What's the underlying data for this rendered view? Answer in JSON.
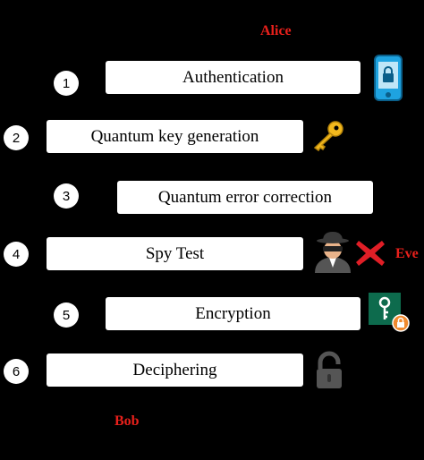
{
  "parties": {
    "top": "Alice",
    "eavesdropper": "Eve",
    "bottom": "Bob"
  },
  "steps": [
    {
      "number": "1",
      "label": "Authentication",
      "icon": "phone-lock-icon"
    },
    {
      "number": "2",
      "label": "Quantum key generation",
      "icon": "key-icon"
    },
    {
      "number": "3",
      "label": "Quantum error correction",
      "icon": ""
    },
    {
      "number": "4",
      "label": "Spy Test",
      "icon": "spy-icon"
    },
    {
      "number": "5",
      "label": "Encryption",
      "icon": "locked-key-icon"
    },
    {
      "number": "6",
      "label": "Deciphering",
      "icon": "unlocked-padlock-icon"
    }
  ],
  "colors": {
    "background": "#000000",
    "party_text": "#e8201b",
    "box": "#ffffff",
    "phone": "#1ea3e0",
    "key": "#f2b81d",
    "cross": "#e01e26",
    "encryption_tile": "#0d6b4d",
    "lock_badge": "#f08a2f",
    "padlock": "#555555"
  }
}
